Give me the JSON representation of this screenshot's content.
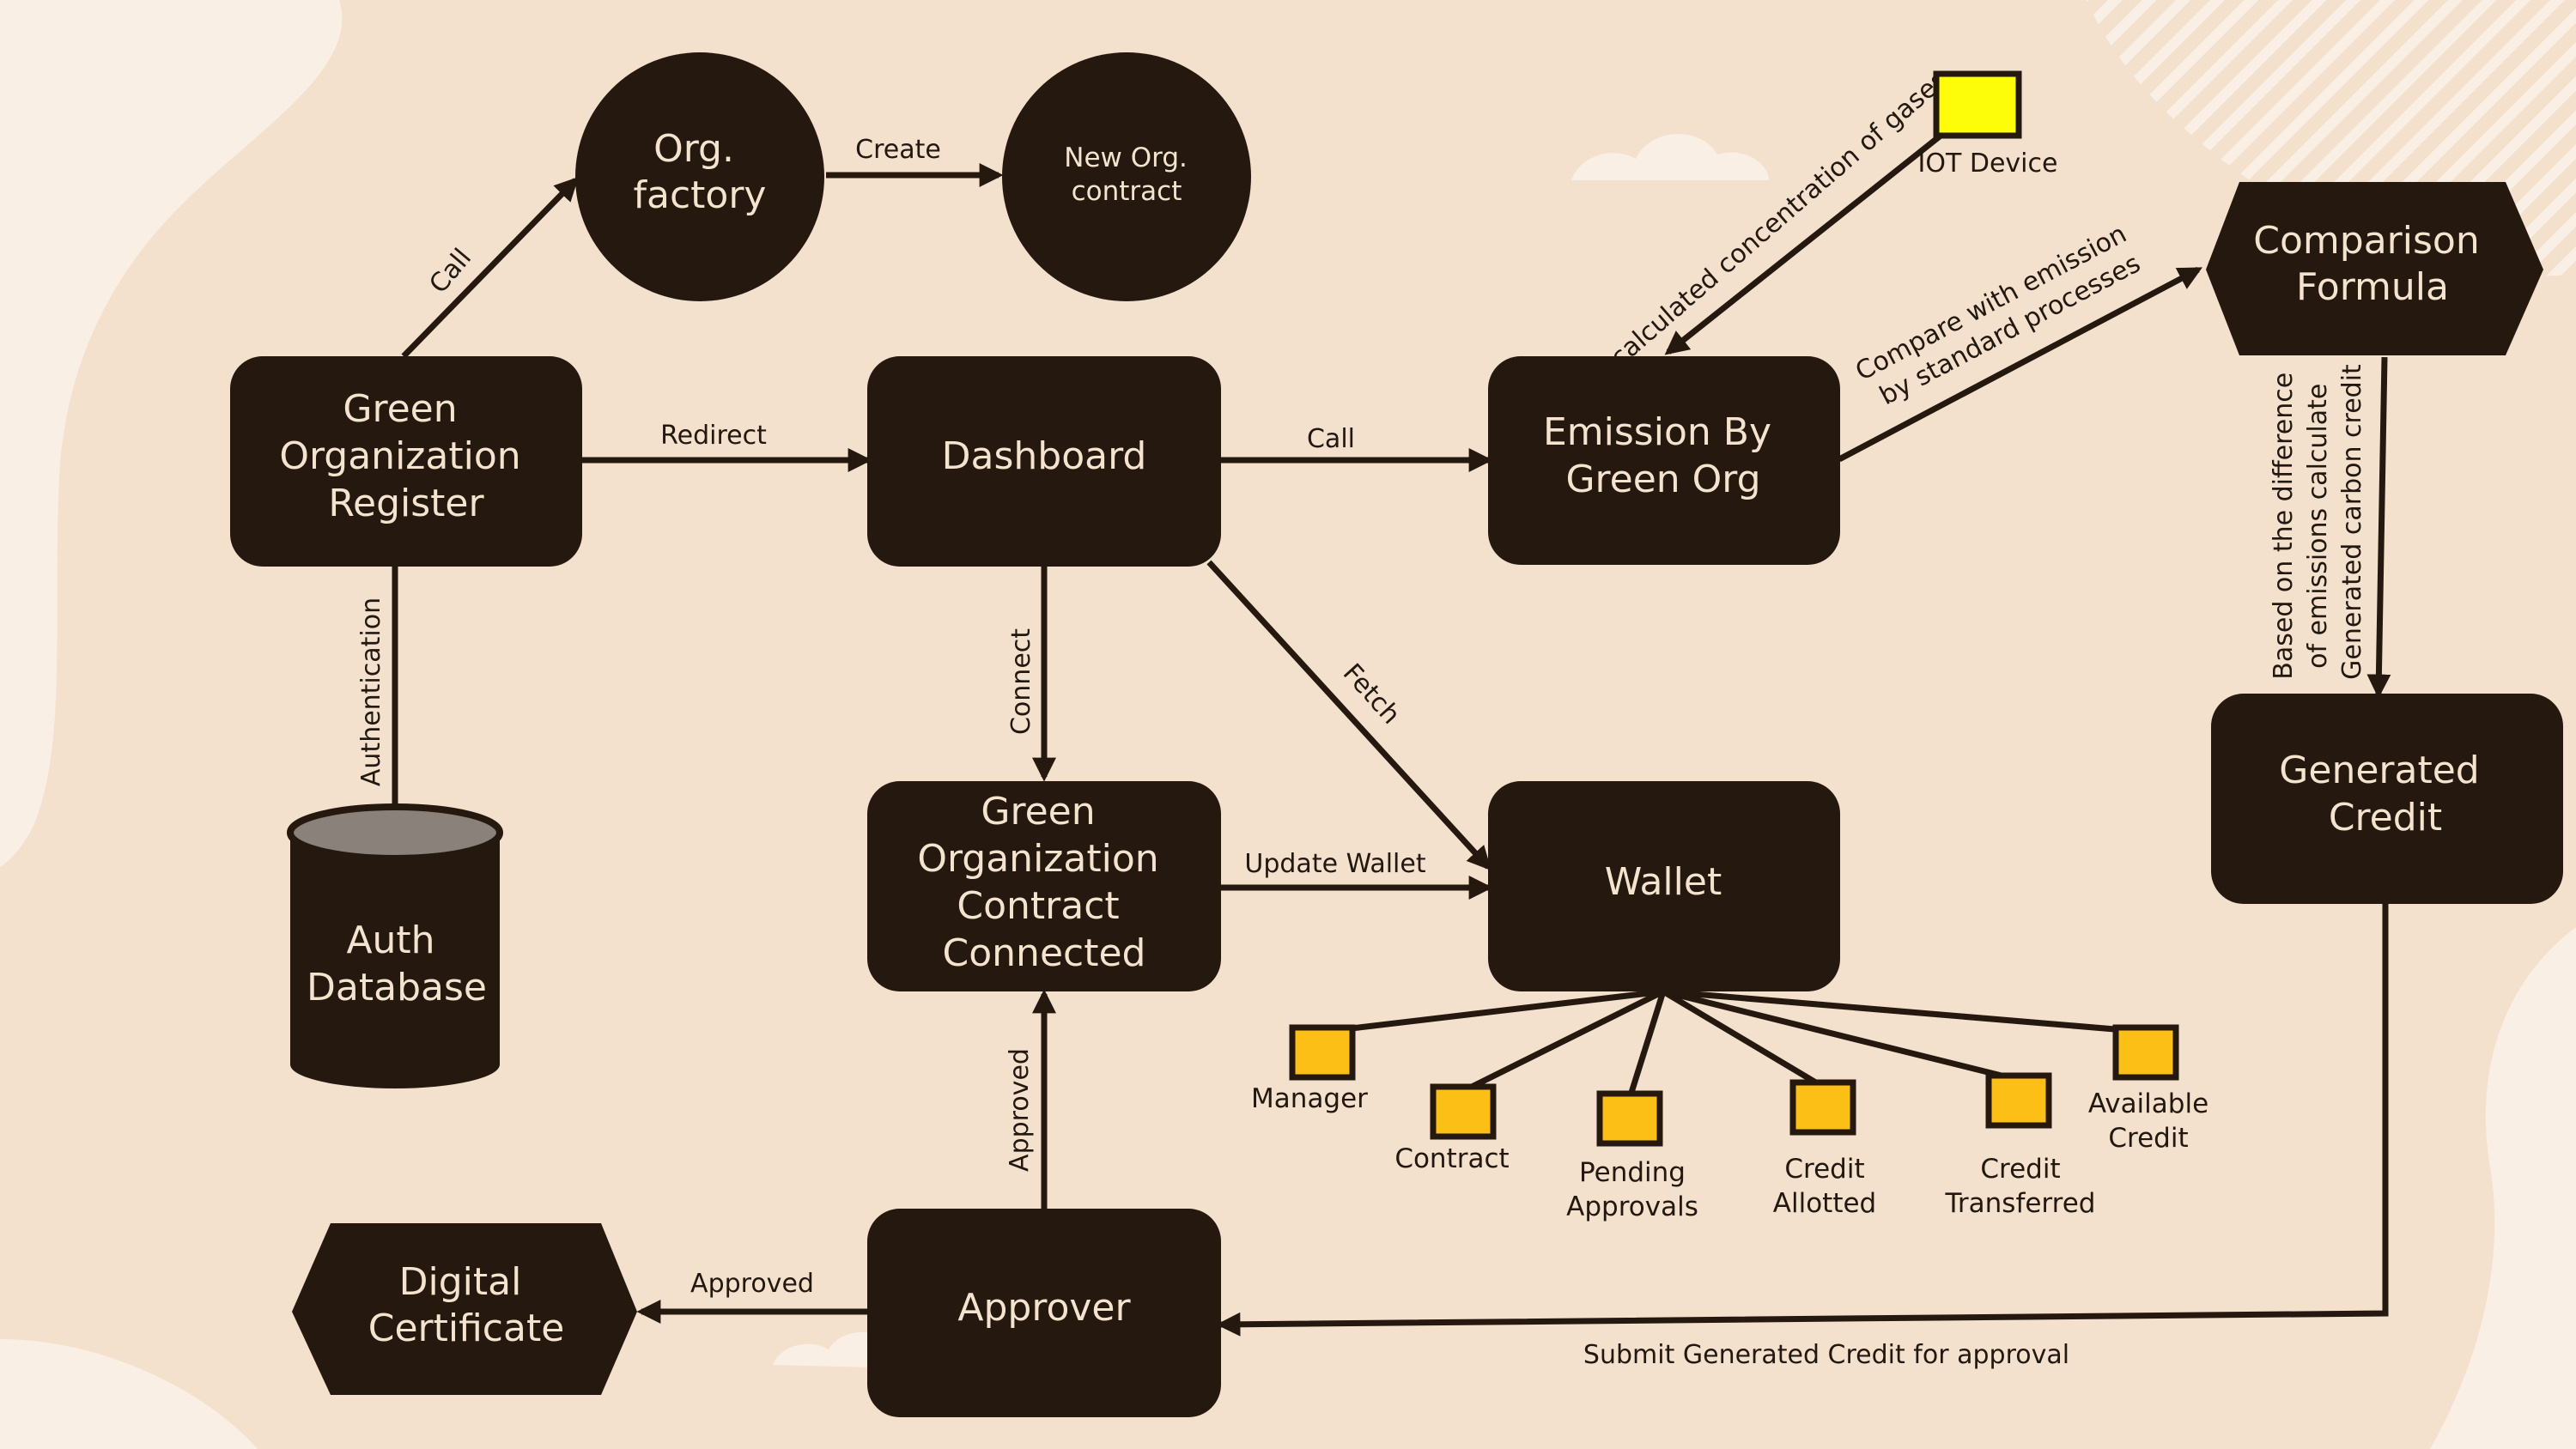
{
  "colors": {
    "background": "#f3e0cd",
    "blob": "#f9efe4",
    "node": "#24180f",
    "node_text": "#f4e4cf",
    "edge": "#24180f",
    "leaf": "#fbbf16",
    "iot": "#fdfd0a"
  },
  "nodes": {
    "green_org_register": [
      "Green",
      "Organization",
      "Register"
    ],
    "org_factory": [
      "Org.",
      "factory"
    ],
    "new_org_contract": [
      "New Org.",
      "contract"
    ],
    "dashboard": [
      "Dashboard"
    ],
    "emission_by_green_org": [
      "Emission By",
      "Green Org"
    ],
    "comparison_formula": [
      "Comparison",
      "Formula"
    ],
    "auth_database": [
      "Auth",
      "Database"
    ],
    "green_org_contract_connected": [
      "Green",
      "Organization",
      "Contract",
      "Connected"
    ],
    "wallet": [
      "Wallet"
    ],
    "generated_credit": [
      "Generated",
      "Credit"
    ],
    "digital_certificate": [
      "Digital",
      "Certificate"
    ],
    "approver": [
      "Approver"
    ],
    "iot_device": "IOT Device"
  },
  "edges": {
    "call_factory": "Call",
    "create": "Create",
    "redirect": "Redirect",
    "call_emission": "Call",
    "authentication": "Authentication",
    "connect": "Connect",
    "fetch": "Fetch",
    "update_wallet": "Update Wallet",
    "approved_up": "Approved",
    "approved_left": "Approved",
    "submit": "Submit Generated Credit for approval",
    "iot_measure": "calculated concentration of gases",
    "compare": [
      "Compare with emission",
      "by standard processes"
    ],
    "based_on": [
      "Based on the difference",
      "of emissions calculate",
      "Generated carbon credit"
    ]
  },
  "wallet_items": [
    {
      "key": "manager",
      "lines": [
        "Manager"
      ]
    },
    {
      "key": "contract",
      "lines": [
        "Contract"
      ]
    },
    {
      "key": "pending_approvals",
      "lines": [
        "Pending",
        "Approvals"
      ]
    },
    {
      "key": "credit_allotted",
      "lines": [
        "Credit",
        "Allotted"
      ]
    },
    {
      "key": "credit_transferred",
      "lines": [
        "Credit",
        "Transferred"
      ]
    },
    {
      "key": "available_credit",
      "lines": [
        "Available",
        "Credit"
      ]
    }
  ]
}
